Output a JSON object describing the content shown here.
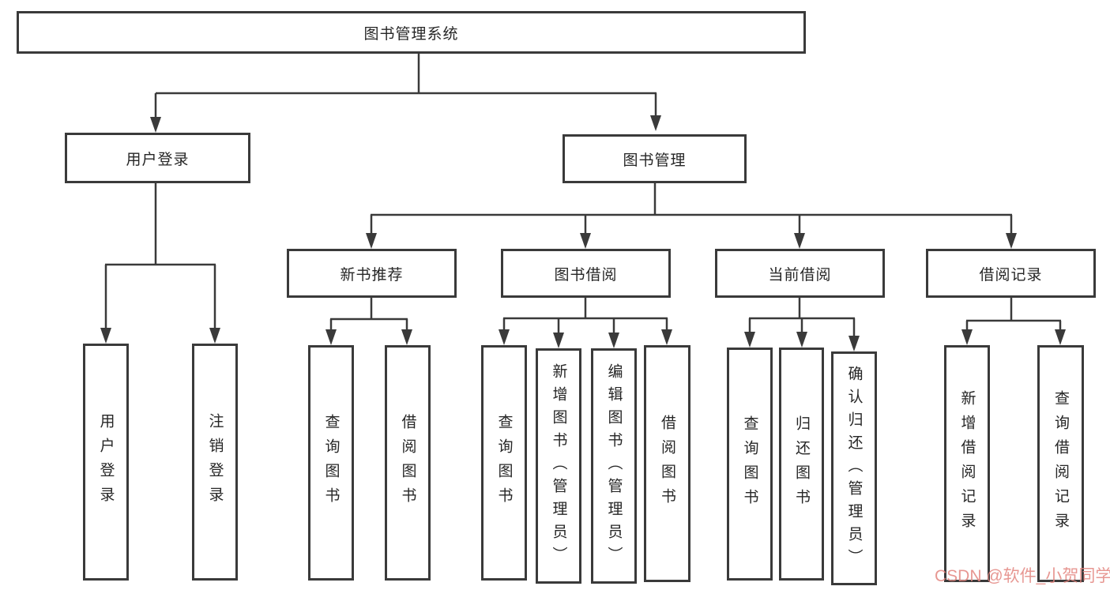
{
  "tree": {
    "root": "图书管理系统",
    "level2": [
      {
        "label": "用户登录"
      },
      {
        "label": "图书管理"
      }
    ],
    "level3": [
      {
        "label": "新书推荐"
      },
      {
        "label": "图书借阅"
      },
      {
        "label": "当前借阅"
      },
      {
        "label": "借阅记录"
      }
    ],
    "leaves": {
      "user_login_group": [
        "用户登录",
        "注销登录"
      ],
      "new_book_group": [
        "查询图书",
        "借阅图书"
      ],
      "book_borrow_group": [
        "查询图书",
        "新增图书（管理员）",
        "编辑图书（管理员）",
        "借阅图书"
      ],
      "current_borrow_group": [
        "查询图书",
        "归还图书",
        "确认归还（管理员）"
      ],
      "borrow_record_group": [
        "新增借阅记录",
        "查询借阅记录"
      ]
    }
  },
  "watermark": {
    "text": "CSDN @软件_小贺同学",
    "color": "#e3857f"
  },
  "colors": {
    "line": "#3a3a3a",
    "text": "#262626",
    "background": "#ffffff"
  }
}
